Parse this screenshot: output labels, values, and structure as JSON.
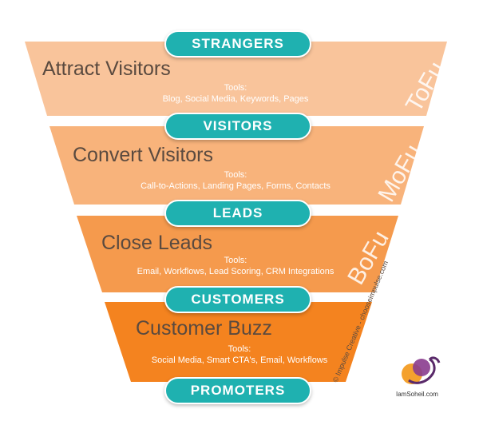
{
  "levels": [
    {
      "heading": "Attract Visitors",
      "tools_label": "Tools:",
      "tools": "Blog, Social Media, Keywords, Pages",
      "stage": "ToFu",
      "color": "#f9c49b"
    },
    {
      "heading": "Convert Visitors",
      "tools_label": "Tools:",
      "tools": "Call-to-Actions, Landing Pages, Forms, Contacts",
      "stage": "MoFu",
      "color": "#f8b37b"
    },
    {
      "heading": "Close Leads",
      "tools_label": "Tools:",
      "tools": "Email, Workflows, Lead Scoring, CRM Integrations",
      "stage": "BoFu",
      "color": "#f59a4d"
    },
    {
      "heading": "Customer Buzz",
      "tools_label": "Tools:",
      "tools": "Social Media, Smart CTA's, Email, Workflows",
      "stage": "",
      "color": "#f4831f"
    }
  ],
  "stages_labels": [
    "STRANGERS",
    "VISITORS",
    "LEADS",
    "CUSTOMERS",
    "PROMOTERS"
  ],
  "pill_color": "#1fb1b0",
  "credit": "© Impulse Creative - chooseimpulse.com",
  "logo": {
    "caption": "IamSoheil.com"
  }
}
